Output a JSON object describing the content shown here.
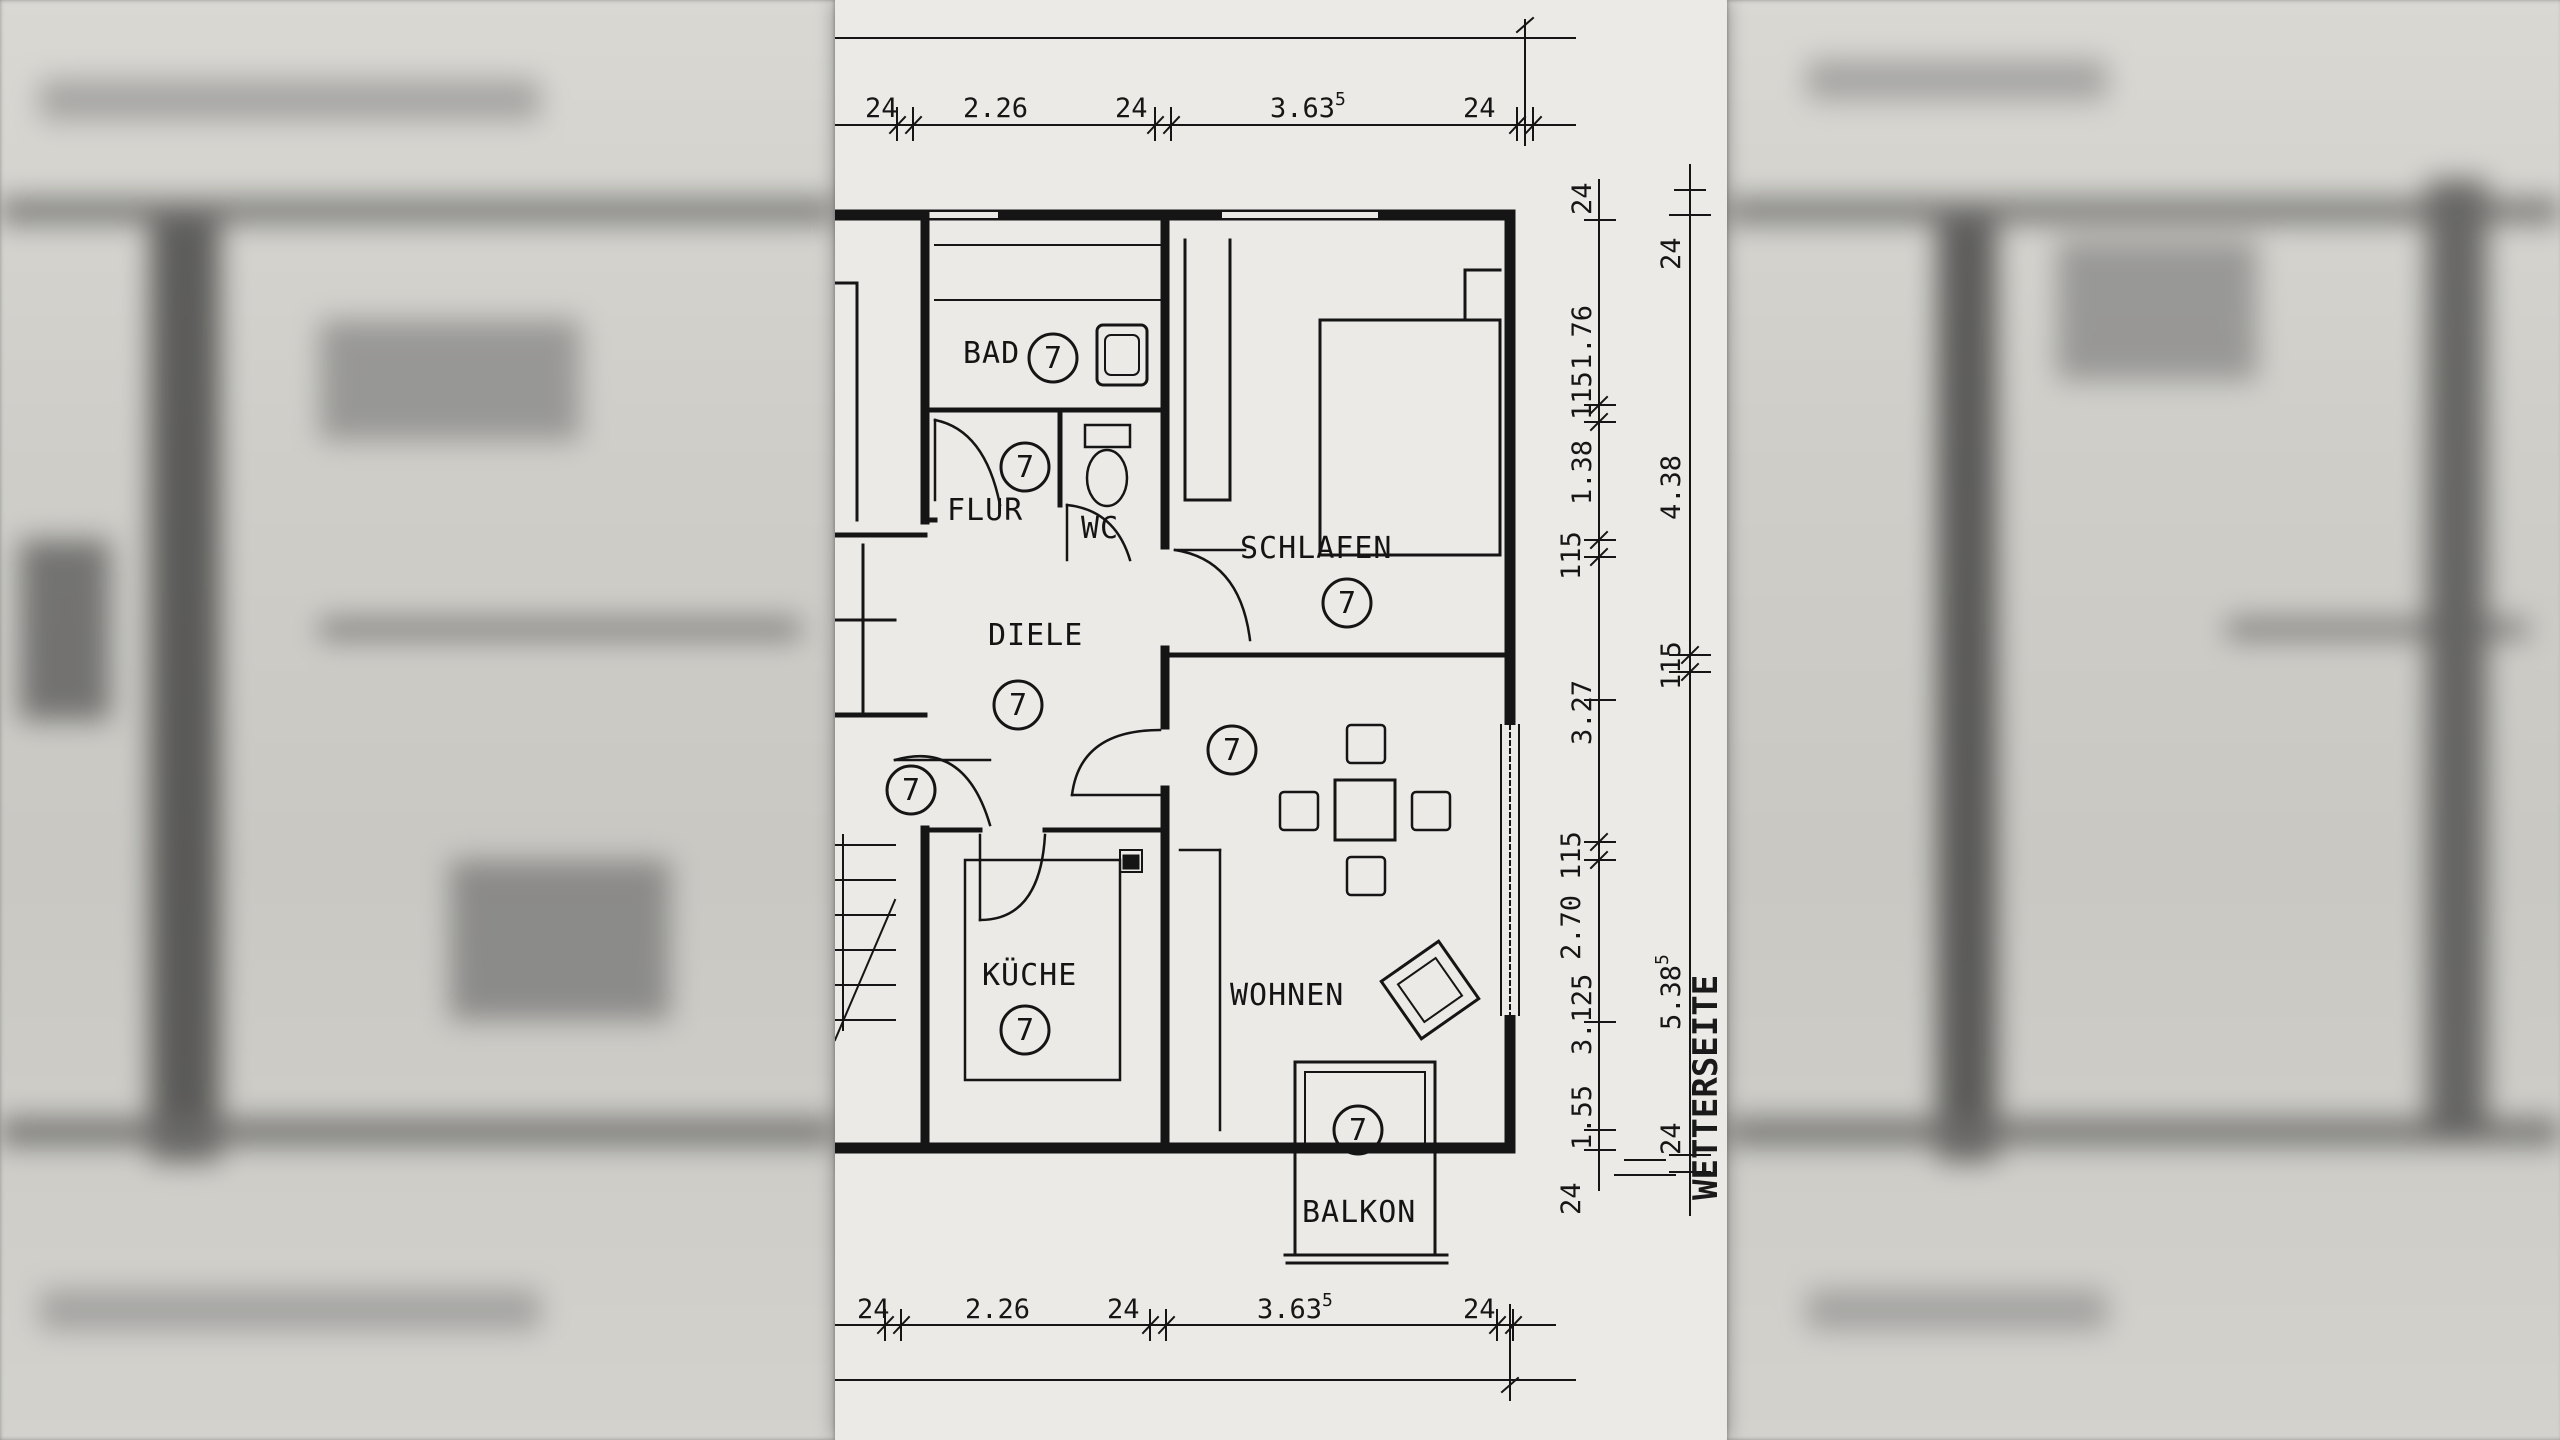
{
  "rooms": {
    "bad": "BAD",
    "flur": "FLUR",
    "wc": "WC",
    "schlafen": "SCHLAFEN",
    "diele": "DIELE",
    "kueche": "KÜCHE",
    "wohnen": "WOHNEN",
    "balkon": "BALKON"
  },
  "room_marker": "7",
  "dims_top": {
    "a": "24",
    "b": "2.26",
    "c": "24",
    "d": "3.63",
    "d_sup": "5",
    "e": "24"
  },
  "dims_bottom": {
    "a": "24",
    "b": "2.26",
    "c": "24",
    "d": "3.63",
    "d_sup": "5",
    "e": "24"
  },
  "dims_right_inner": {
    "top_wall": "24",
    "bad_height": "1.76",
    "wall_1": "115",
    "flur_height": "1.38",
    "wall_2": "115",
    "diele_height": "3.27",
    "wall_3": "115",
    "kueche_height": "2.70",
    "wohnen_height": "3.125",
    "balkon_height": "1.55",
    "bottom_wall": "24"
  },
  "dims_right_outer": {
    "top_wall": "24",
    "schlafen_height": "4.38",
    "wall": "115",
    "wohnen_height": "5.38",
    "wohnen_sup": "5",
    "bottom_wall": "24"
  },
  "edge_text": "WETTERSEITE"
}
